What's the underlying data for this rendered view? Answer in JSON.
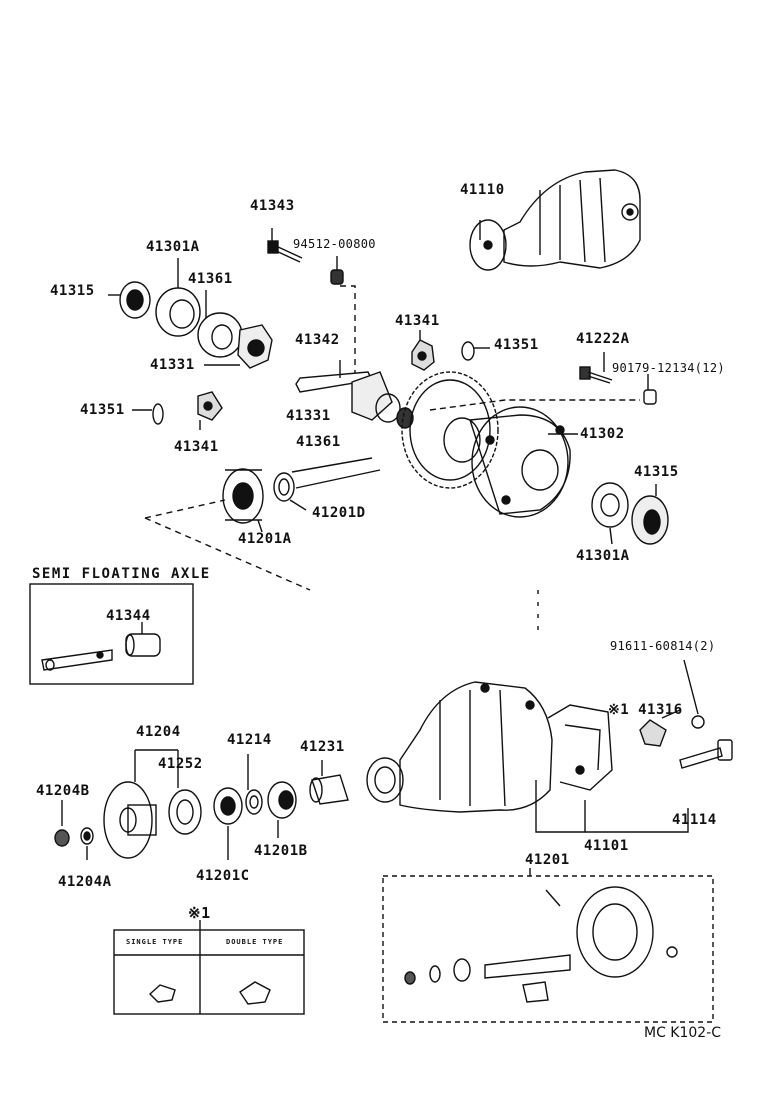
{
  "diagram": {
    "parts": {
      "p41110": "41110",
      "p41343": "41343",
      "p94512": "94512-00800",
      "p41301A_top": "41301A",
      "p41315_top": "41315",
      "p41361_top": "41361",
      "p41331_top": "41331",
      "p41342": "41342",
      "p41341_top": "41341",
      "p41351_top": "41351",
      "p41222A": "41222A",
      "p90179": "90179-12134(12)",
      "p41351_left": "41351",
      "p41341_left": "41341",
      "p41331_mid": "41331",
      "p41361_mid": "41361",
      "p41302": "41302",
      "p41315_right": "41315",
      "p41201A": "41201A",
      "p41201D": "41201D",
      "p41301A_right": "41301A",
      "p41344": "41344",
      "p91611": "91611-60814(2)",
      "p41316": "※1 41316",
      "p41204": "41204",
      "p41214": "41214",
      "p41231": "41231",
      "p41252": "41252",
      "p41204B": "41204B",
      "p41204A": "41204A",
      "p41201C": "41201C",
      "p41201B": "41201B",
      "p41114": "41114",
      "p41101": "41101",
      "p41201": "41201"
    },
    "semi_floating_title": "SEMI FLOATING AXLE",
    "legend": {
      "marker": "※1",
      "single": "SINGLE TYPE",
      "double": "DOUBLE TYPE"
    },
    "footer_code": "MC K102-C"
  }
}
